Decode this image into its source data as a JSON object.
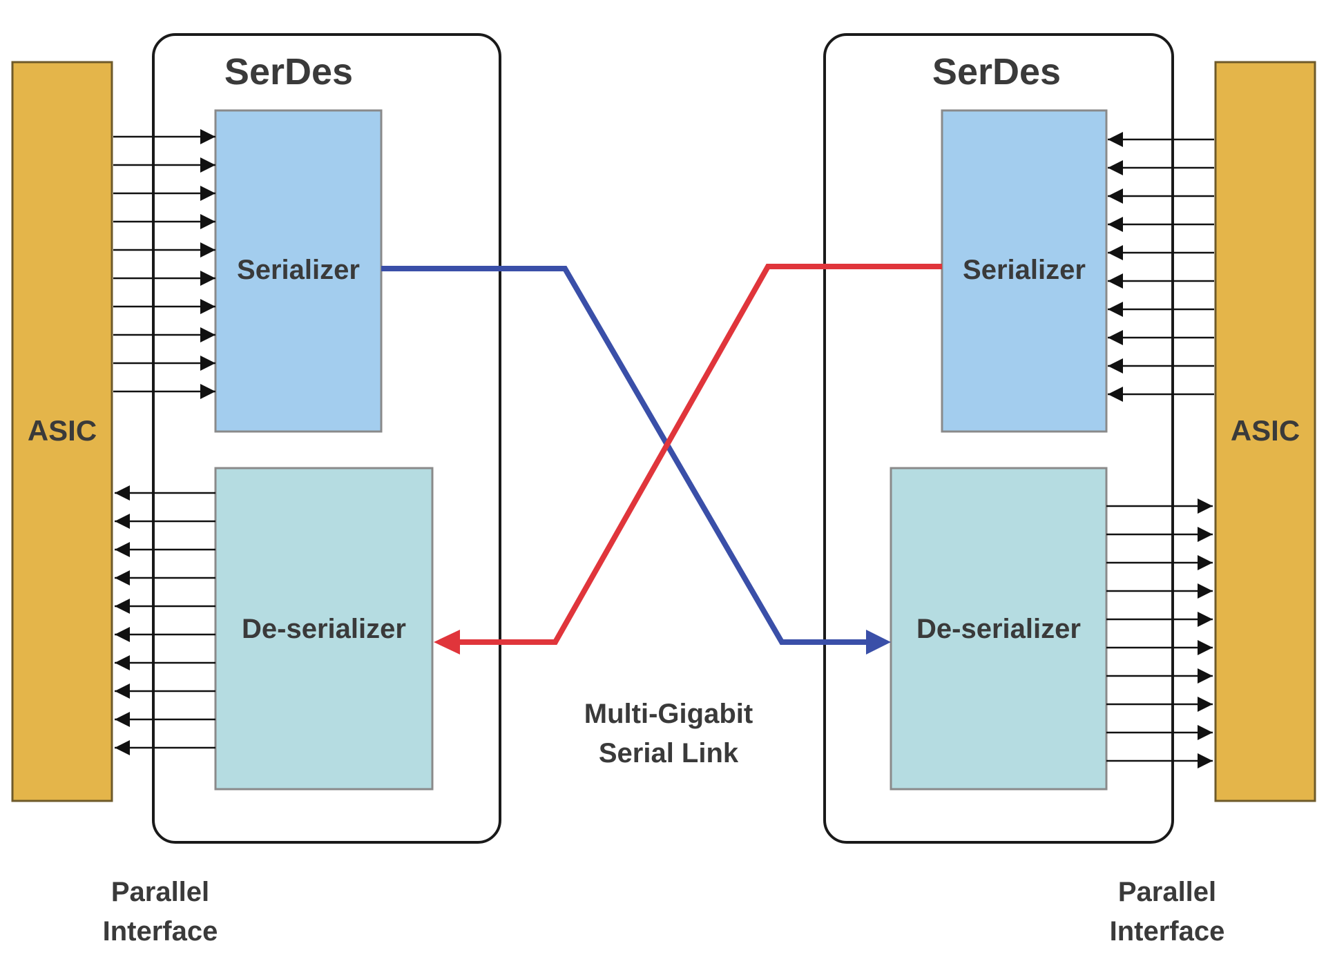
{
  "left": {
    "asic_label": "ASIC",
    "serdes_title": "SerDes",
    "serializer_label": "Serializer",
    "deserializer_label": "De-serializer",
    "interface_label_line1": "Parallel",
    "interface_label_line2": "Interface",
    "parallel_in_lines": 10,
    "parallel_out_lines": 10
  },
  "right": {
    "asic_label": "ASIC",
    "serdes_title": "SerDes",
    "serializer_label": "Serializer",
    "deserializer_label": "De-serializer",
    "interface_label_line1": "Parallel",
    "interface_label_line2": "Interface",
    "parallel_in_lines": 10,
    "parallel_out_lines": 10
  },
  "link": {
    "label_line1": "Multi-Gigabit",
    "label_line2": "Serial Link"
  },
  "colors": {
    "asic_fill": "#E4B54A",
    "asic_border": "#6E5A2A",
    "serializer_fill": "#A3CDEE",
    "deserializer_fill": "#B5DCE1",
    "block_border": "#8A8A8A",
    "serdes_border": "#1A1A1A",
    "link_left_to_right": "#3A4FA8",
    "link_right_to_left": "#E0353B",
    "text": "#3A3A3A",
    "arrow": "#111111"
  }
}
